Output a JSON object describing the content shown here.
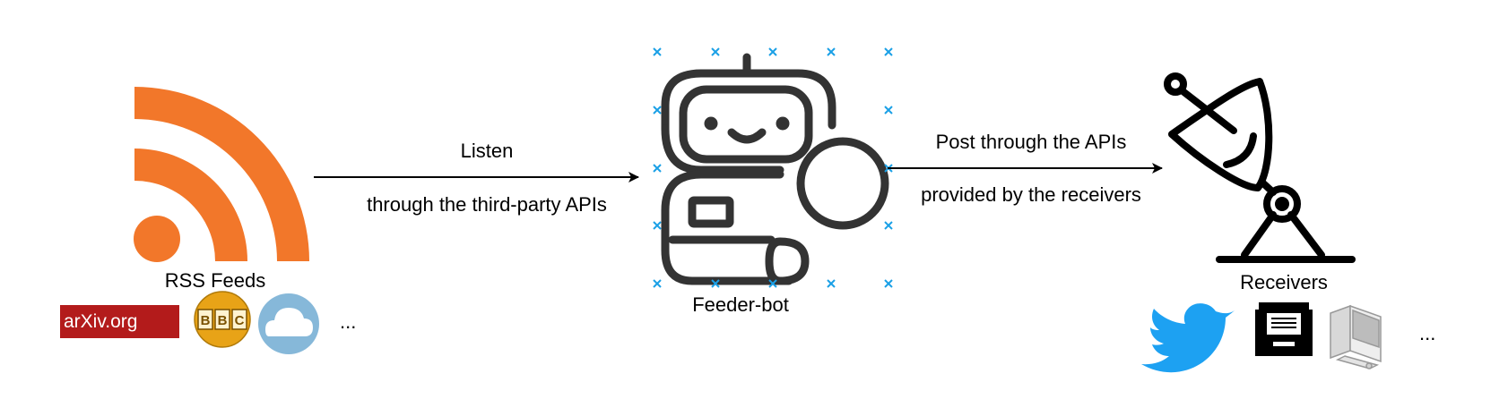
{
  "source": {
    "label": "RSS Feeds",
    "logos": [
      {
        "name": "arxiv-logo",
        "text": "arXiv.org",
        "color": "#b31b1b"
      },
      {
        "name": "bbc-logo",
        "text": "BBC",
        "color": "#e8a317"
      },
      {
        "name": "cloud-logo",
        "color": "#86b8d9"
      }
    ],
    "more": "...",
    "icon": "rss-icon",
    "icon_color": "#f2772a"
  },
  "edge_listen": {
    "label_top": "Listen",
    "label_bottom": "through the third-party APIs"
  },
  "bot": {
    "label": "Feeder-bot",
    "icon": "robot-icon",
    "selection_marker_color": "#1aa0e6"
  },
  "edge_post": {
    "label_top": "Post through the APIs",
    "label_bottom": "provided by the receivers"
  },
  "receivers": {
    "label": "Receivers",
    "icon": "satellite-dish-icon",
    "logos": [
      {
        "name": "twitter-logo",
        "color": "#1da1f2"
      },
      {
        "name": "archive-drawer-icon"
      },
      {
        "name": "desktop-computer-icon"
      }
    ],
    "more": "..."
  }
}
